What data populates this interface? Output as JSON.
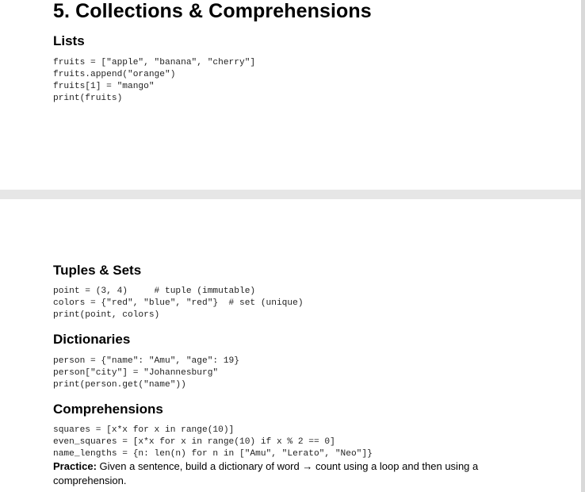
{
  "page1": {
    "title": "5. Collections & Comprehensions",
    "lists": {
      "heading": "Lists",
      "code": "fruits = [\"apple\", \"banana\", \"cherry\"]\nfruits.append(\"orange\")\nfruits[1] = \"mango\"\nprint(fruits)"
    }
  },
  "page2": {
    "tuples_sets": {
      "heading": "Tuples & Sets",
      "code": "point = (3, 4)     # tuple (immutable)\ncolors = {\"red\", \"blue\", \"red\"}  # set (unique)\nprint(point, colors)"
    },
    "dictionaries": {
      "heading": "Dictionaries",
      "code": "person = {\"name\": \"Amu\", \"age\": 19}\nperson[\"city\"] = \"Johannesburg\"\nprint(person.get(\"name\"))"
    },
    "comprehensions": {
      "heading": "Comprehensions",
      "code": "squares = [x*x for x in range(10)]\neven_squares = [x*x for x in range(10) if x % 2 == 0]\nname_lengths = {n: len(n) for n in [\"Amu\", \"Lerato\", \"Neo\"]}",
      "practice_label": "Practice:",
      "practice_text": "Given a sentence, build a dictionary of word → count using a loop and then using a comprehension."
    }
  }
}
